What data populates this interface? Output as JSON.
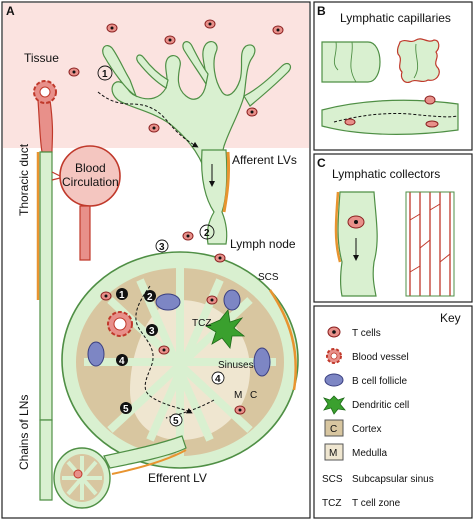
{
  "panels": {
    "a": {
      "letter": "A",
      "labels": {
        "tissue": "Tissue",
        "afferent": "Afferent LVs",
        "lymph_node": "Lymph node",
        "thoracic": "Thoracic duct",
        "blood_circ_1": "Blood",
        "blood_circ_2": "Circulation",
        "scs": "SCS",
        "tcz": "TCZ",
        "sinuses": "Sinuses",
        "m": "M",
        "c": "C",
        "chains": "Chains of LNs",
        "efferent": "Efferent LV"
      },
      "steps_open": [
        "1",
        "2",
        "3",
        "4",
        "5"
      ],
      "steps_filled": [
        "1",
        "2",
        "3",
        "4",
        "5"
      ]
    },
    "b": {
      "letter": "B",
      "title": "Lymphatic capillaries"
    },
    "c": {
      "letter": "C",
      "title": "Lymphatic collectors"
    },
    "key": {
      "title": "Key",
      "items": [
        {
          "icon": "t-cell-icon",
          "label": "T cells"
        },
        {
          "icon": "blood-vessel-icon",
          "label": "Blood vessel"
        },
        {
          "icon": "b-cell-follicle-icon",
          "label": "B cell follicle"
        },
        {
          "icon": "dendritic-cell-icon",
          "label": "Dendritic cell"
        },
        {
          "icon": "cortex-icon",
          "symbol": "C",
          "label": "Cortex"
        },
        {
          "icon": "medulla-icon",
          "symbol": "M",
          "label": "Medulla"
        },
        {
          "icon": "scs-abbr",
          "symbol": "SCS",
          "label": "Subcapsular sinus"
        },
        {
          "icon": "tcz-abbr",
          "symbol": "TCZ",
          "label": "T cell zone"
        }
      ]
    }
  },
  "colors": {
    "tissue_bg": "#fbe3e0",
    "lymph_green": "#d9f0d0",
    "lymph_stroke": "#4f8f45",
    "cortex": "#d8c6a0",
    "medulla": "#efe6d0",
    "follicle": "#7d86c4",
    "blood": "#e8908a",
    "blood_stroke": "#c0392b",
    "orange": "#e89430",
    "dc_green": "#3aa02e"
  }
}
